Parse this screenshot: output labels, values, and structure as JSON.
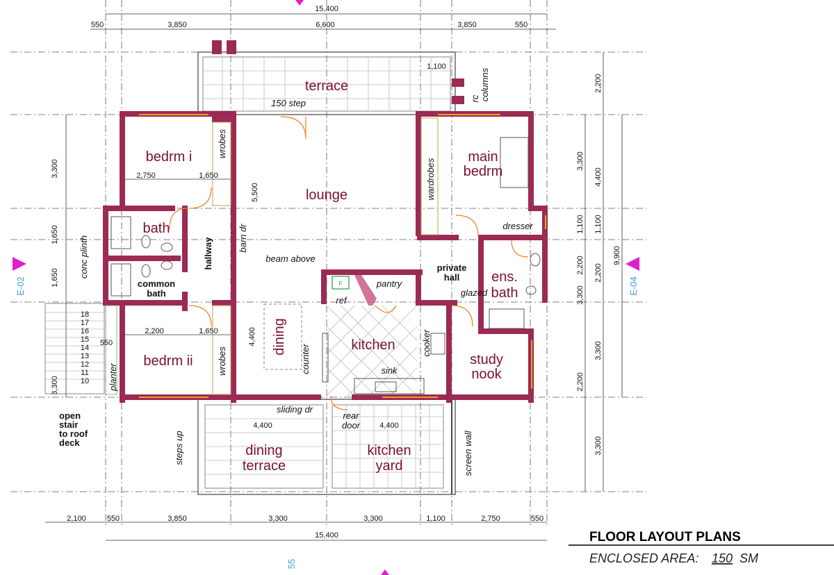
{
  "rooms": {
    "terrace": "terrace",
    "bedrm_i": "bedrm i",
    "lounge": "lounge",
    "main_bedrm_1": "main",
    "main_bedrm_2": "bedrm",
    "bath": "bath",
    "hallway": "hallway",
    "common_bath_1": "common",
    "common_bath_2": "bath",
    "private_hall_1": "private",
    "private_hall_2": "hall",
    "ens_bath_1": "ens.",
    "ens_bath_2": "bath",
    "kitchen": "kitchen",
    "dining": "dining",
    "bedrm_ii": "bedrm ii",
    "study_nook_1": "study",
    "study_nook_2": "nook",
    "dining_terrace_1": "dining",
    "dining_terrace_2": "terrace",
    "kitchen_yard_1": "kitchen",
    "kitchen_yard_2": "yard"
  },
  "labels": {
    "step": "150 step",
    "rc_1": "rc",
    "rc_2": "columns",
    "wrobes_top": "wrobes",
    "wrobes_bottom": "wrobes",
    "wardrobes": "wardrobes",
    "dresser": "dresser",
    "barn_dr": "barn dr",
    "beam_above": "beam above",
    "pantry": "pantry",
    "ref": "ref",
    "ref_mark": "F",
    "glazed": "glazed",
    "counter": "counter",
    "cooker": "cooker",
    "sink": "sink",
    "conc_plinth": "conc plinth",
    "planter": "planter",
    "sliding_dr": "sliding dr",
    "rear_door_1": "rear",
    "rear_door_2": "door",
    "steps_up": "steps up",
    "screen_wall": "screen wall",
    "open_stair_1": "open",
    "open_stair_2": "stair",
    "open_stair_3": "to roof",
    "open_stair_4": "deck",
    "stair_steps": [
      "18",
      "17",
      "16",
      "15",
      "14",
      "13",
      "12",
      "11",
      "10"
    ]
  },
  "dimensions": {
    "top_total": "15,400",
    "top_segments": [
      "550",
      "3,850",
      "6,600",
      "3,850",
      "550"
    ],
    "bottom_total": "15,400",
    "bottom_segments": [
      "2,100",
      "550",
      "3,850",
      "3,300",
      "3,300",
      "1,100",
      "2,750",
      "550"
    ],
    "left": [
      "3,300",
      "1,650",
      "1,650",
      "3,300"
    ],
    "right_inner": [
      "3,300",
      "1,100",
      "2,200",
      "3,300",
      "2,200"
    ],
    "right_mid": [
      "2,200",
      "4,400",
      "1,100",
      "2,200",
      "3,300",
      "3,300"
    ],
    "right_total": "9,900",
    "interior": {
      "bedrm_i_w": "2,750",
      "bedrm_i_wrobe": "1,650",
      "lounge_h": "5,500",
      "bedrm_ii_w": "2,200",
      "bedrm_ii_wrobe": "1,650",
      "dining_h": "4,400",
      "planter_w": "550",
      "terrace_w1": "4,400",
      "terrace_w2": "4,400",
      "terrace_top": "1,100"
    }
  },
  "elevation_marks": {
    "left": "E-02",
    "right": "E-04",
    "bottom": "55"
  },
  "title_block": {
    "title": "FLOOR LAYOUT PLANS",
    "area_label": "ENCLOSED AREA:",
    "area_value": "150",
    "area_unit": "SM"
  },
  "colors": {
    "wall": "#9b2a55",
    "room_text": "#7a1030",
    "door_swing": "#f08020",
    "elevation_marker": "#e020c8",
    "marker_text": "#3aa0e0"
  }
}
